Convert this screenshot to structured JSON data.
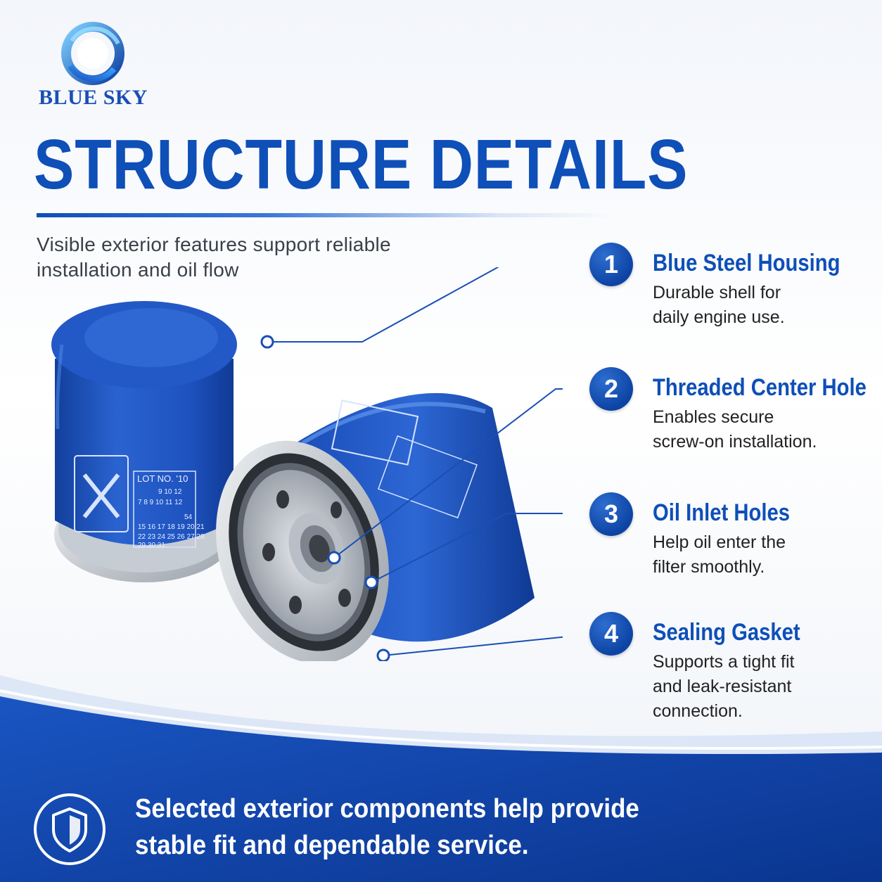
{
  "brand": {
    "name": "BLUE SKY"
  },
  "header": {
    "title": "STRUCTURE DETAILS",
    "subtitle_line1": "Visible exterior features support reliable",
    "subtitle_line2": "installation and oil flow"
  },
  "features": [
    {
      "number": "1",
      "title": "Blue Steel Housing",
      "desc_line1": "Durable shell for",
      "desc_line2": "daily engine use.",
      "desc_line3": ""
    },
    {
      "number": "2",
      "title": "Threaded Center Hole",
      "desc_line1": "Enables secure",
      "desc_line2": "screw-on installation.",
      "desc_line3": ""
    },
    {
      "number": "3",
      "title": "Oil Inlet Holes",
      "desc_line1": "Help oil enter the",
      "desc_line2": "filter smoothly.",
      "desc_line3": ""
    },
    {
      "number": "4",
      "title": "Sealing Gasket",
      "desc_line1": "Supports a tight fit",
      "desc_line2": "and leak-resistant",
      "desc_line3": "connection."
    }
  ],
  "label_text": {
    "lot": "LOT NO. '10",
    "row1": "9 10 12",
    "row2": "7 8 9 10 11 12",
    "row3": "54",
    "row4": "15 16 17 18 19 20 21",
    "row5": "22 23 24 25 26 27 28",
    "row6": "29 30 31"
  },
  "footer": {
    "line1": "Selected exterior components help provide",
    "line2": "stable fit and dependable service."
  },
  "colors": {
    "brand_blue": "#0e4fb8",
    "band_blue": "#0c3fa3",
    "filter_blue": "#1e55c4"
  },
  "icons": {
    "logo": "ring-logo-icon",
    "badge": "shield-check-icon"
  }
}
